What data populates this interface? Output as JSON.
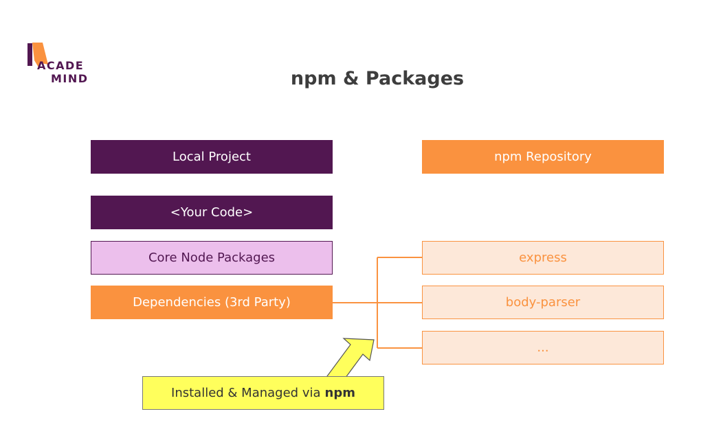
{
  "logo": {
    "line1": "ACADE",
    "line2": "MIND",
    "accent_color": "#fa923f",
    "brand_color": "#521751"
  },
  "title": "npm & Packages",
  "local": {
    "header": "Local Project",
    "your_code": "<Your Code>",
    "core_packages": "Core Node Packages",
    "dependencies": "Dependencies (3rd Party)"
  },
  "repository": {
    "header": "npm Repository",
    "packages": [
      "express",
      "body-parser",
      "..."
    ]
  },
  "note": {
    "text": "Installed & Managed via",
    "bold": "npm"
  },
  "colors": {
    "purple": "#521751",
    "light_purple": "#ecbfec",
    "orange": "#fa923f",
    "pale_orange": "#fde8d9",
    "yellow": "#ffff5c"
  }
}
